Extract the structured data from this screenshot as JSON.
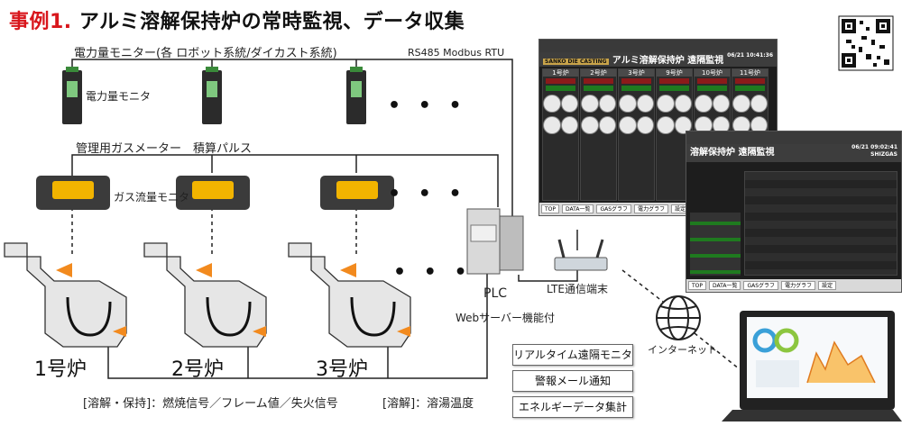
{
  "title": {
    "prefix": "事例1.",
    "text": "アルミ溶解保持炉の常時監視、データ収集"
  },
  "labels": {
    "power_monitor_bus": "電力量モニター(各 ロボット系統/ダイカスト系統)",
    "rs485": "RS485 Modbus RTU",
    "power_meter": "電力量モニタ",
    "gas_meter_bus": "管理用ガスメーター　積算パルス",
    "gas_monitor": "ガス流量モニタ",
    "plc": "PLC",
    "web_server": "Webサーバー機能付",
    "lte": "LTE通信端末",
    "internet": "インターネット",
    "signals_left": "[溶解・保持]：燃焼信号／フレーム値／失火信号",
    "signals_right": "[溶解]：溶湯温度",
    "dots": "• • •"
  },
  "furnaces": [
    "1号炉",
    "2号炉",
    "3号炉"
  ],
  "features": [
    "リアルタイム遠隔モニター",
    "警報メール通知",
    "エネルギーデータ集計"
  ],
  "dashboard_main": {
    "brand": "SANKO DIE CASTING",
    "title": "アルミ溶解保持炉 遠隔監視",
    "time": "06/21 10:41:36",
    "tiles": [
      "1号炉",
      "2号炉",
      "3号炉",
      "9号炉",
      "10号炉",
      "11号炉"
    ],
    "buttons": [
      "TOP",
      "DATA一覧",
      "GASグラフ",
      "電力グラフ",
      "設定"
    ]
  },
  "dashboard_second": {
    "title": "溶解保持炉 遠隔監視",
    "time": "06/21 09:02:41",
    "brand": "SHIZGAS",
    "buttons": [
      "TOP",
      "DATA一覧",
      "GASグラフ",
      "電力グラフ",
      "設定"
    ]
  },
  "colors": {
    "accent_red": "#d8161c",
    "line": "#222222",
    "dashboard_bg": "#1d1d1d"
  }
}
